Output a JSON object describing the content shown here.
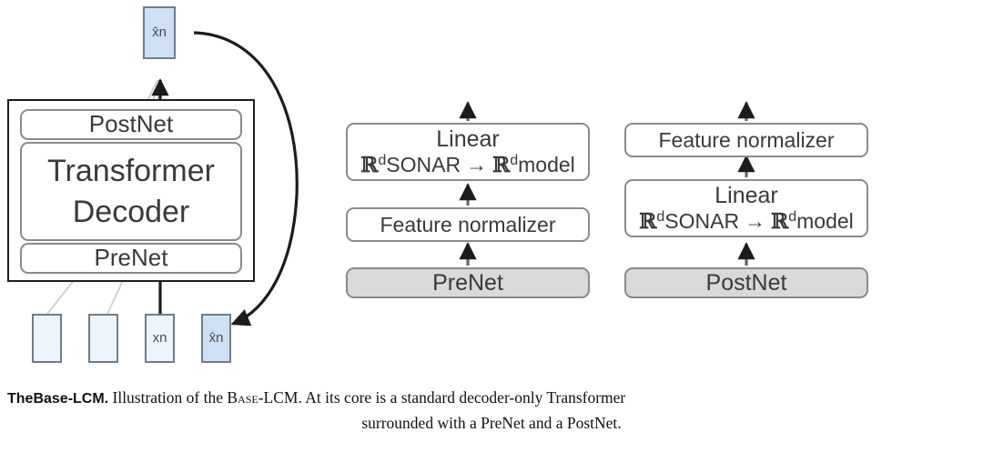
{
  "figure": {
    "output_token": {
      "label": "x̂n",
      "color": "#cfe0f5"
    },
    "outer_module": {
      "postnet": "PostNet",
      "decoder_line1": "Transformer",
      "decoder_line2": "Decoder",
      "prenet": "PreNet"
    },
    "input_tokens": [
      {
        "label": "",
        "color": "#eef4fc"
      },
      {
        "label": "",
        "color": "#eef4fc"
      },
      {
        "label": "xn",
        "color": "#eef4fc"
      },
      {
        "label": "x̂n",
        "color": "#cfe0f5"
      }
    ],
    "prenet_detail": {
      "title": "PreNet",
      "blocks": [
        {
          "name": "linear",
          "line1": "Linear",
          "domain": "SONAR",
          "codomain": "model",
          "symbol": "ℝ",
          "exp": "d",
          "maps_to": "→"
        },
        {
          "name": "feature-normalizer",
          "line1": "Feature normalizer"
        }
      ],
      "base_label": "PreNet"
    },
    "postnet_detail": {
      "title": "PostNet",
      "blocks": [
        {
          "name": "feature-normalizer",
          "line1": "Feature normalizer"
        },
        {
          "name": "linear",
          "line1": "Linear",
          "domain": "SONAR",
          "codomain": "model",
          "symbol": "ℝ",
          "exp": "d",
          "maps_to": "→"
        }
      ],
      "base_label": "PostNet"
    },
    "colors": {
      "frame": "#1c1c1c",
      "box_border": "#8a8a8a",
      "gray_fill": "#d9d9d9",
      "token_fill": "#eef4fc",
      "token_accent": "#cfe0f5",
      "token_border": "#6f7c8a",
      "guide_line": "#d0d0d0",
      "arrow": "#1c1c1c"
    }
  },
  "caption": {
    "lead": "TheBase-LCM.",
    "line1_a": " Illustration of the ",
    "line1_sc": "Base",
    "line1_b": "-LCM. At its core is a standard decoder-only Transformer",
    "line2": "surrounded with a PreNet and a PostNet."
  }
}
